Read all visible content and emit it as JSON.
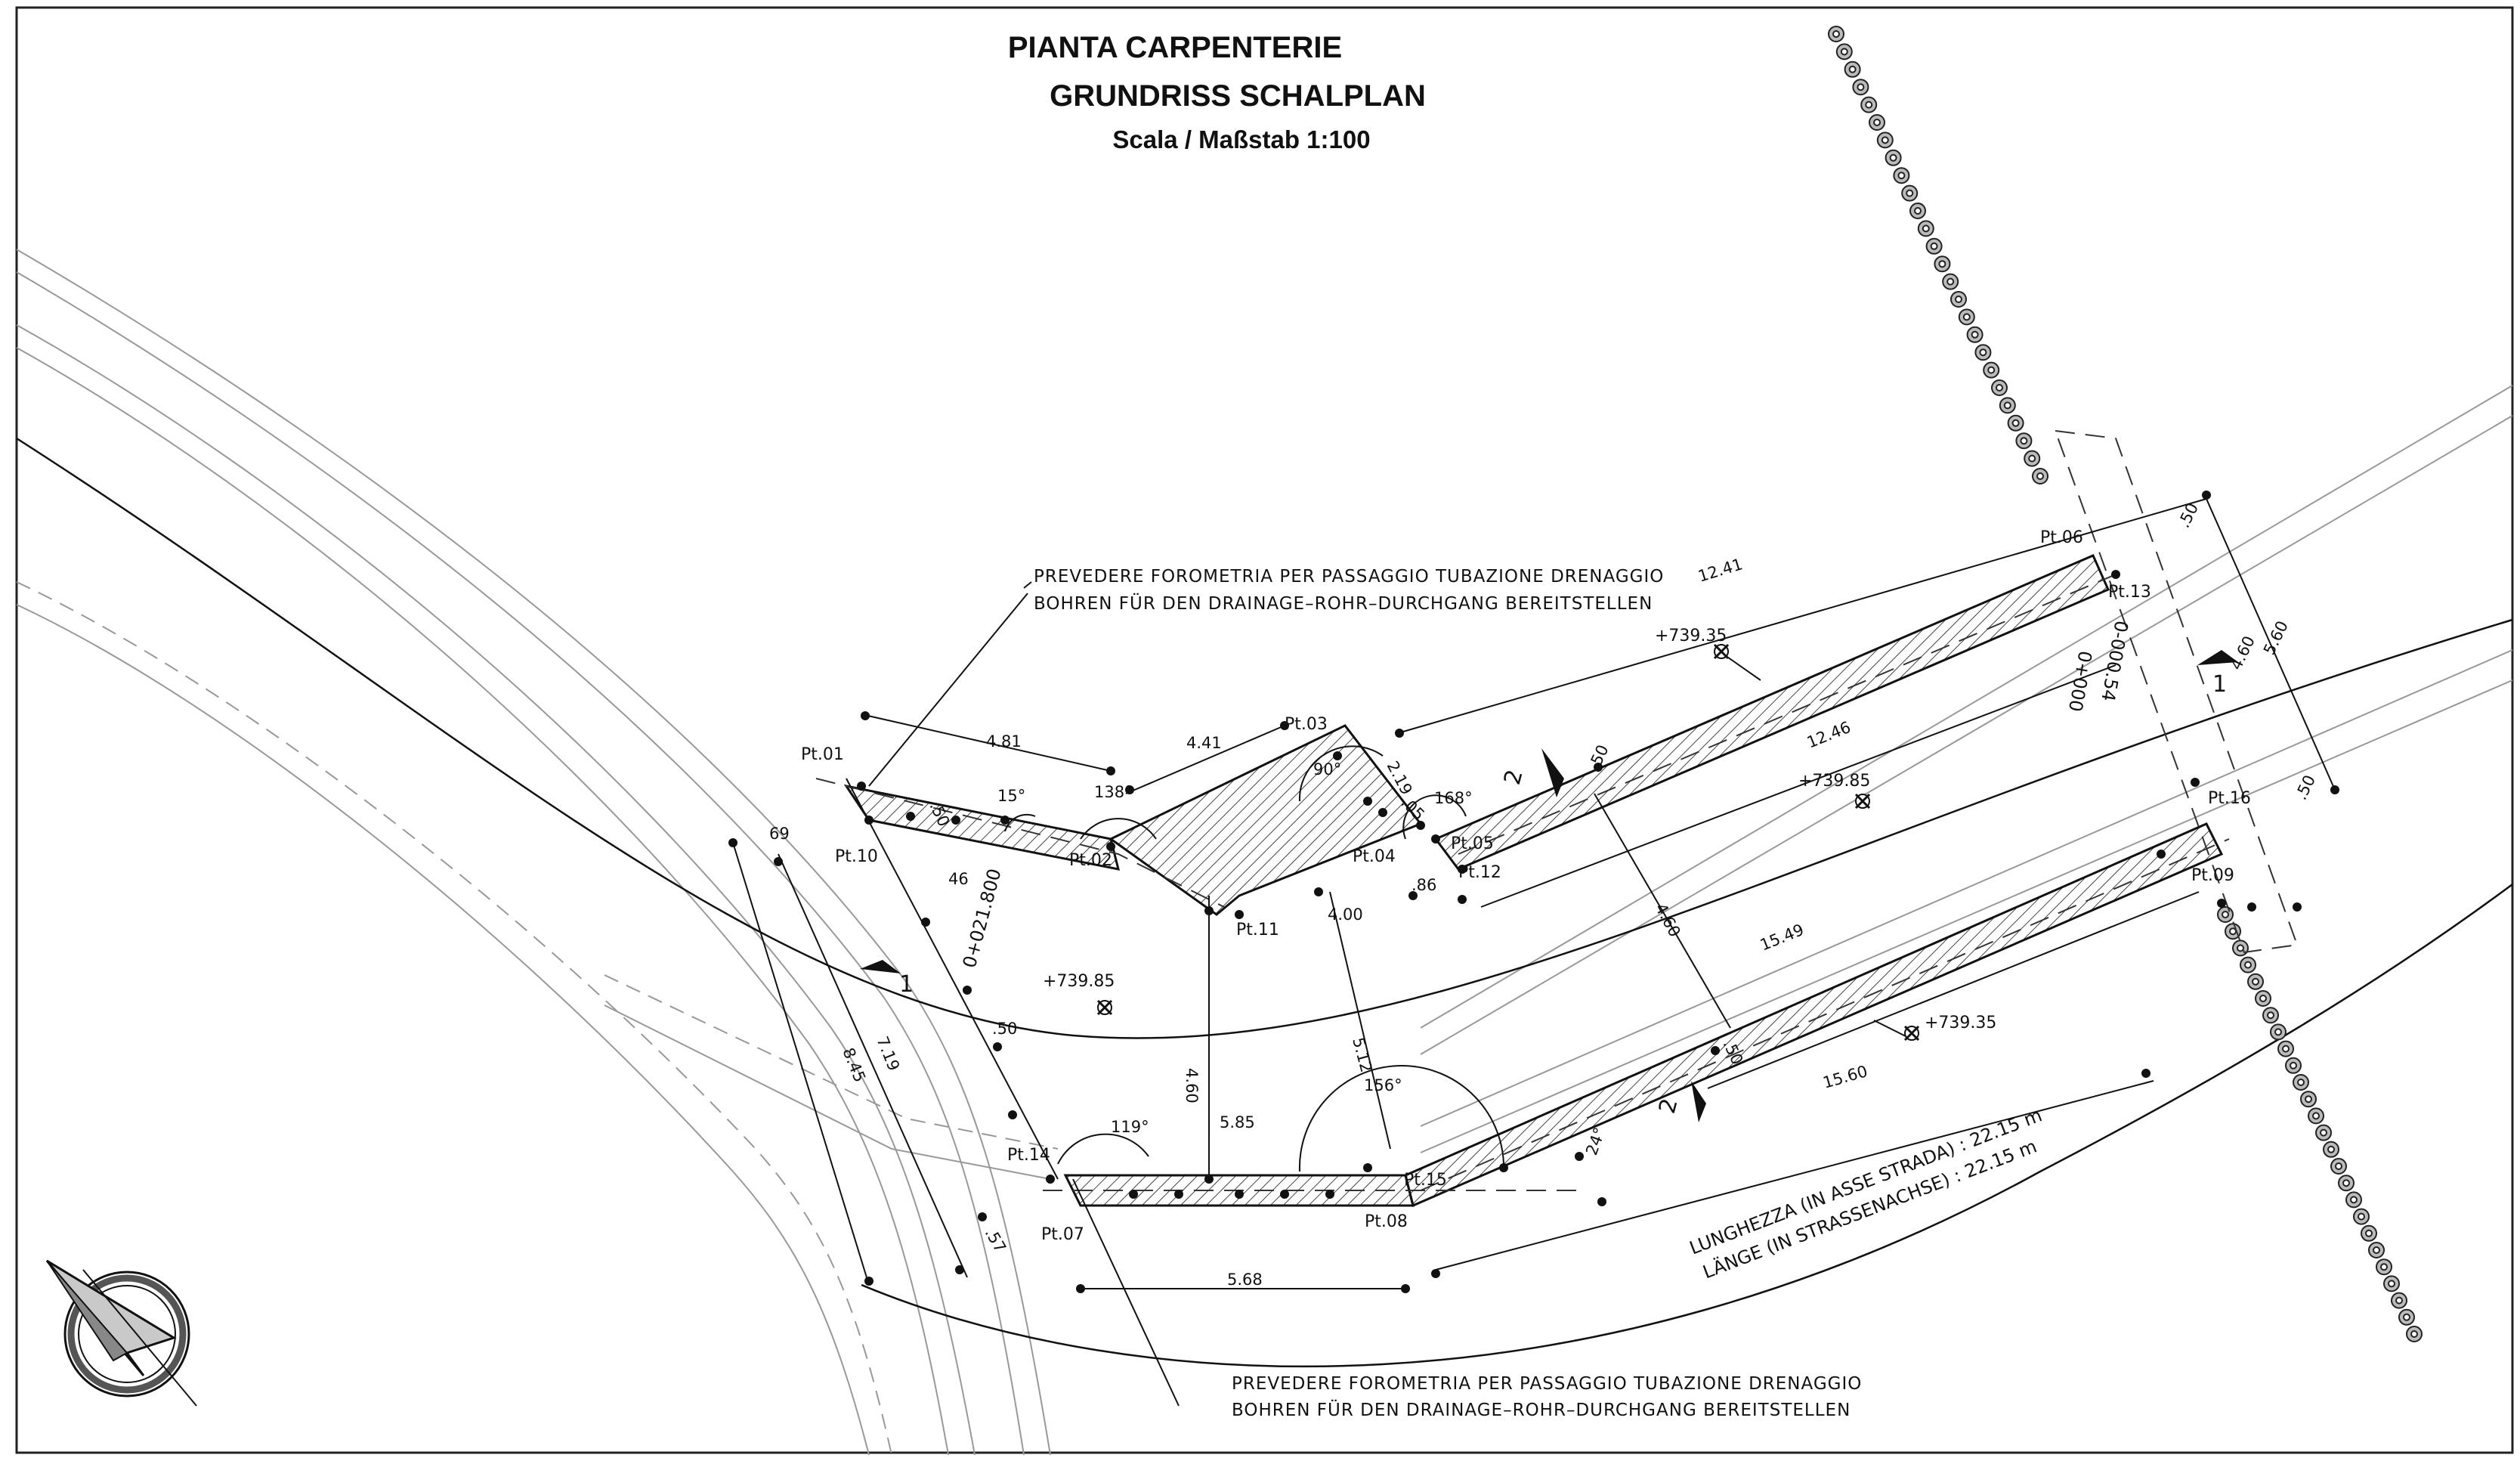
{
  "title": {
    "line1": "PIANTA CARPENTERIE",
    "line2": "GRUNDRISS SCHALPLAN",
    "scale": "Scala / Maßstab 1:100"
  },
  "notes": {
    "top": {
      "line1": "PREVEDERE FOROMETRIA PER PASSAGGIO TUBAZIONE DRENAGGIO",
      "line2": "BOHREN FÜR DEN DRAINAGE–ROHR–DURCHGANG BEREITSTELLEN"
    },
    "bottom": {
      "line1": "PREVEDERE FOROMETRIA PER PASSAGGIO TUBAZIONE DRENAGGIO",
      "line2": "BOHREN FÜR DEN DRAINAGE–ROHR–DURCHGANG BEREITSTELLEN"
    }
  },
  "length_note": {
    "line1": "LUNGHEZZA (IN ASSE STRADA) : 22.15 m",
    "line2": "LÄNGE (IN STRASSENACHSE) : 22.15 m"
  },
  "points": [
    "Pt.01",
    "Pt.02",
    "Pt.03",
    "Pt.04",
    "Pt.05",
    "Pt.06",
    "Pt.07",
    "Pt.08",
    "Pt.09",
    "Pt.10",
    "Pt.11",
    "Pt.12",
    "Pt.13",
    "Pt.14",
    "Pt.15",
    "Pt.16"
  ],
  "dimensions": {
    "d481": "4.81",
    "d441": "4.41",
    "d1241": "12.41",
    "d1246": "12.46",
    "d1549": "15.49",
    "d1560": "15.60",
    "d560": "5.60",
    "d460r": "4.60",
    "d219": "2.19",
    "d105": ".05",
    "d086": ".86",
    "d400": "4.00",
    "d460m": "4.60",
    "d460c": "4.60",
    "d512": "5.12",
    "d568": "5.68",
    "d585": "5.85",
    "d719": "7.19",
    "d845": "8.45",
    "d069": "69",
    "d050a": ".50",
    "d050b": ".50",
    "d050c": ".50",
    "d050d": ".50",
    "d050e": ".50",
    "d050f": ".50",
    "d046": "46",
    "d057": ".57"
  },
  "angles": {
    "a15": "15°",
    "a138": "138°",
    "a90": "90°",
    "a168": "168°",
    "a119": "119°",
    "a156": "156°",
    "a24": "24°"
  },
  "elevations": {
    "e1": "+739.35",
    "e2": "+739.85",
    "e3": "+739.85",
    "e4": "+739.35"
  },
  "stations": {
    "st1": "0+021.800",
    "st2": "0+000",
    "st3": "0-000.54"
  },
  "sections": {
    "s1a": "1",
    "s1b": "1",
    "s2a": "2",
    "s2b": "2"
  }
}
